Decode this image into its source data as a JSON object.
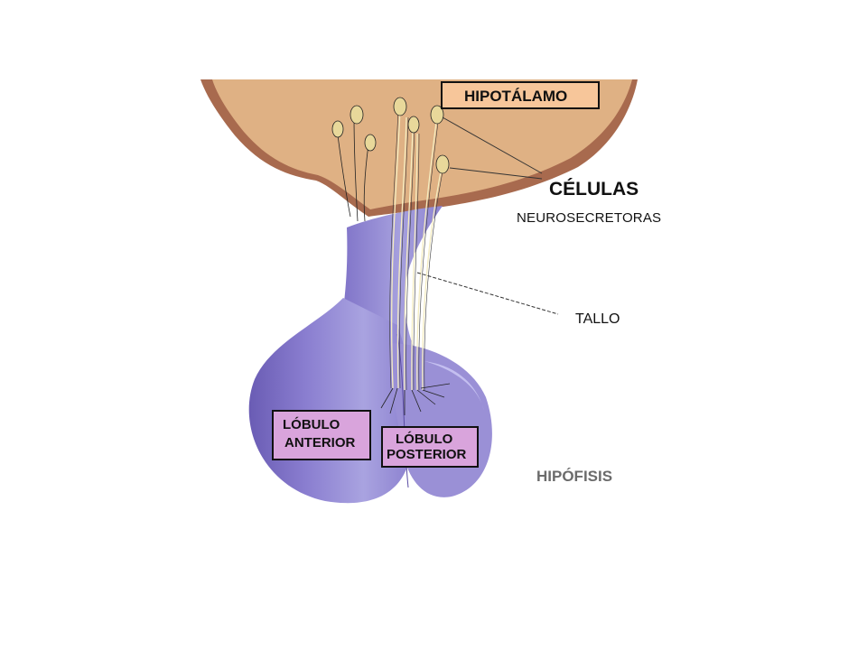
{
  "labels": {
    "hypothalamus": "HIPOTÁLAMO",
    "cells_line1": "CÉLULAS",
    "cells_line2": "NEUROSECRETORAS",
    "stalk": "TALLO",
    "anterior_line1": "LÓBULO",
    "anterior_line2": "ANTERIOR",
    "posterior_line1": "LÓBULO",
    "posterior_line2": "POSTERIOR",
    "pituitary": "HIPÓFISIS"
  },
  "colors": {
    "hypothalamus_fill": "#dfb184",
    "hypothalamus_rim": "#a86a4e",
    "gland_fill": "#8c7fd0",
    "gland_shadow": "#6e5fb6",
    "label_box_fill": "#d9a4dc",
    "hypothalamus_box_fill": "#f7c69a",
    "neuron_fill": "#e8d89a",
    "pituitary_label": "#6b6b6b"
  }
}
